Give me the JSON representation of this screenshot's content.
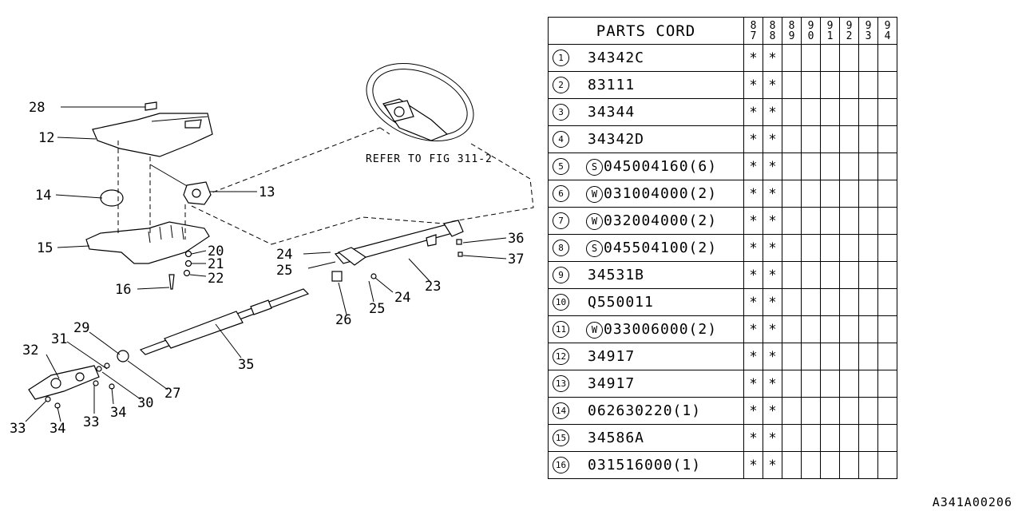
{
  "diagram": {
    "callouts": {
      "c28": "28",
      "c12": "12",
      "c14": "14",
      "c13": "13",
      "c15": "15",
      "c20": "20",
      "c21": "21",
      "c22": "22",
      "c16": "16",
      "c24a": "24",
      "c25a": "25",
      "c36": "36",
      "c37": "37",
      "c23": "23",
      "c24b": "24",
      "c25b": "25",
      "c26": "26",
      "c35": "35",
      "c29": "29",
      "c31": "31",
      "c32": "32",
      "c27": "27",
      "c30": "30",
      "c34a": "34",
      "c33a": "33",
      "c33b": "33",
      "c34b": "34"
    },
    "refer_text": "REFER TO FIG 311-2"
  },
  "table": {
    "header": "PARTS CORD",
    "years": [
      [
        "8",
        "7"
      ],
      [
        "8",
        "8"
      ],
      [
        "8",
        "9"
      ],
      [
        "9",
        "0"
      ],
      [
        "9",
        "1"
      ],
      [
        "9",
        "2"
      ],
      [
        "9",
        "3"
      ],
      [
        "9",
        "4"
      ]
    ],
    "rows": [
      {
        "index": "1",
        "prefix": "",
        "code": "34342C",
        "marks": [
          "*",
          "*",
          "",
          "",
          "",
          "",
          "",
          ""
        ]
      },
      {
        "index": "2",
        "prefix": "",
        "code": "83111",
        "marks": [
          "*",
          "*",
          "",
          "",
          "",
          "",
          "",
          ""
        ]
      },
      {
        "index": "3",
        "prefix": "",
        "code": "34344",
        "marks": [
          "*",
          "*",
          "",
          "",
          "",
          "",
          "",
          ""
        ]
      },
      {
        "index": "4",
        "prefix": "",
        "code": "34342D",
        "marks": [
          "*",
          "*",
          "",
          "",
          "",
          "",
          "",
          ""
        ]
      },
      {
        "index": "5",
        "prefix": "S",
        "code": "045004160(6)",
        "marks": [
          "*",
          "*",
          "",
          "",
          "",
          "",
          "",
          ""
        ]
      },
      {
        "index": "6",
        "prefix": "W",
        "code": "031004000(2)",
        "marks": [
          "*",
          "*",
          "",
          "",
          "",
          "",
          "",
          ""
        ]
      },
      {
        "index": "7",
        "prefix": "W",
        "code": "032004000(2)",
        "marks": [
          "*",
          "*",
          "",
          "",
          "",
          "",
          "",
          ""
        ]
      },
      {
        "index": "8",
        "prefix": "S",
        "code": "045504100(2)",
        "marks": [
          "*",
          "*",
          "",
          "",
          "",
          "",
          "",
          ""
        ]
      },
      {
        "index": "9",
        "prefix": "",
        "code": "34531B",
        "marks": [
          "*",
          "*",
          "",
          "",
          "",
          "",
          "",
          ""
        ]
      },
      {
        "index": "10",
        "prefix": "",
        "code": "Q550011",
        "marks": [
          "*",
          "*",
          "",
          "",
          "",
          "",
          "",
          ""
        ]
      },
      {
        "index": "11",
        "prefix": "W",
        "code": "033006000(2)",
        "marks": [
          "*",
          "*",
          "",
          "",
          "",
          "",
          "",
          ""
        ]
      },
      {
        "index": "12",
        "prefix": "",
        "code": "34917",
        "marks": [
          "*",
          "*",
          "",
          "",
          "",
          "",
          "",
          ""
        ]
      },
      {
        "index": "13",
        "prefix": "",
        "code": "34917",
        "marks": [
          "*",
          "*",
          "",
          "",
          "",
          "",
          "",
          ""
        ]
      },
      {
        "index": "14",
        "prefix": "",
        "code": "062630220(1)",
        "marks": [
          "*",
          "*",
          "",
          "",
          "",
          "",
          "",
          ""
        ]
      },
      {
        "index": "15",
        "prefix": "",
        "code": "34586A",
        "marks": [
          "*",
          "*",
          "",
          "",
          "",
          "",
          "",
          ""
        ]
      },
      {
        "index": "16",
        "prefix": "",
        "code": "031516000(1)",
        "marks": [
          "*",
          "*",
          "",
          "",
          "",
          "",
          "",
          ""
        ]
      }
    ]
  },
  "figure_id": "A341A00206"
}
